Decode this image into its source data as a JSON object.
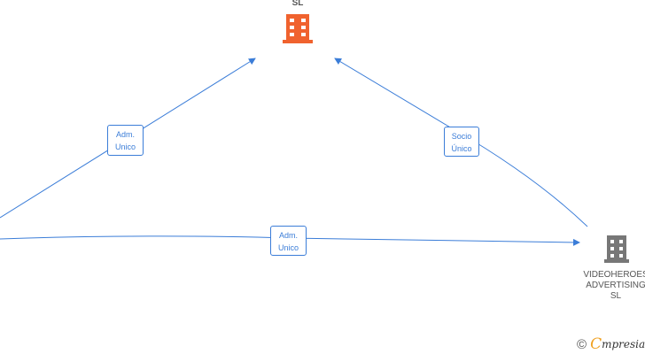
{
  "nodes": {
    "top_company": {
      "label_lines": [
        "SL"
      ],
      "color": "#f0622e"
    },
    "bottom_right_company": {
      "label_lines": [
        "VIDEOHEROES",
        "ADVERTISING",
        "SL"
      ],
      "color": "#777777"
    }
  },
  "edges": {
    "left_to_top": {
      "label_lines": [
        "Adm.",
        "Unico"
      ]
    },
    "right_to_top": {
      "label_lines": [
        "Socio",
        "Único"
      ]
    },
    "left_to_right": {
      "label_lines": [
        "Adm.",
        "Unico"
      ]
    }
  },
  "watermark": {
    "copyright_symbol": "©",
    "brand_initial": "C",
    "brand_rest": "mpresia"
  },
  "colors": {
    "edge": "#3b7dd8"
  }
}
